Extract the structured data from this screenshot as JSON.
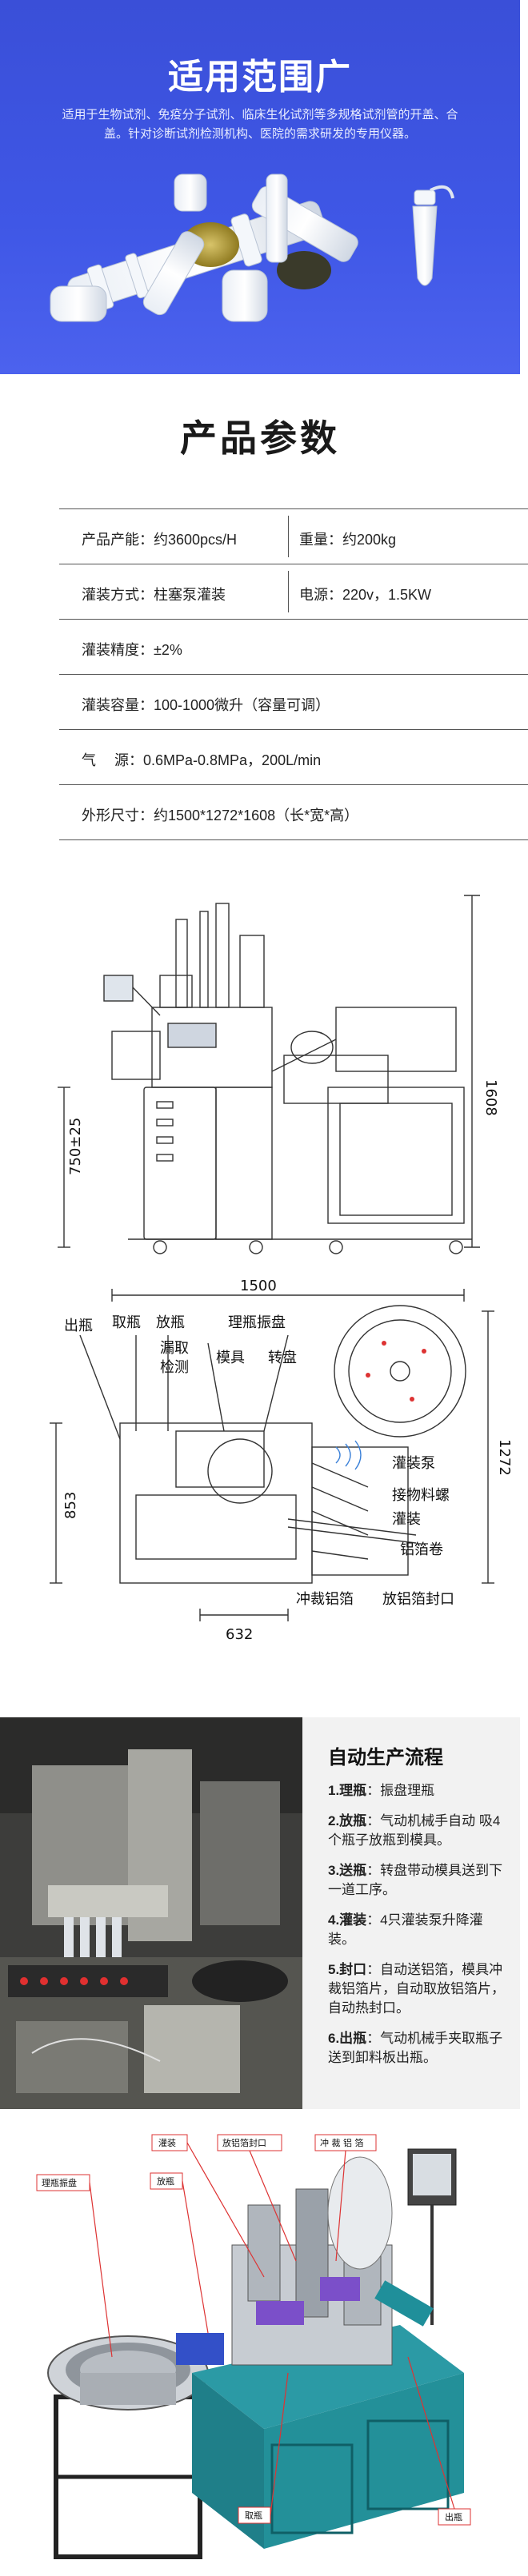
{
  "hero": {
    "title": "适用范围广",
    "description": "适用于生物试剂、免疫分子试剂、临床生化试剂等多规格试剂管的开盖、合盖。针对诊断试剂检测机构、医院的需求研发的专用仪器。"
  },
  "params": {
    "title": "产品参数",
    "rows": [
      {
        "left": "产品产能：约3600pcs/H",
        "right": "重量：约200kg"
      },
      {
        "left": "灌装方式：柱塞泵灌装",
        "right": "电源：220v，1.5KW"
      },
      {
        "left": "灌装精度：±2%",
        "right": ""
      },
      {
        "left": "灌装容量：100-1000微升（容量可调）",
        "right": ""
      },
      {
        "left": "气　  源：0.6MPa-0.8MPa，200L/min",
        "right": ""
      },
      {
        "left": "外形尺寸：约1500*1272*1608（长*宽*高）",
        "right": ""
      }
    ]
  },
  "drawing1": {
    "dim_height": "1608",
    "dim_table": "750±25"
  },
  "drawing2": {
    "dim_width": "1500",
    "dim_depth": "1272",
    "dim_853": "853",
    "dim_632": "632",
    "labels": {
      "chuping": "出瓶",
      "quping": "取瓶",
      "fangping": "放瓶",
      "louqu": "漏取",
      "jiance": "检测",
      "lipingzhendao": "理瓶振盘",
      "moju": "模具",
      "zhuanpan": "转盘",
      "guanzhuangbeng": "灌装泵",
      "jiewuliao": "接物料螺",
      "guanzhuang": "灌装",
      "lvbojuan": "铝箔卷",
      "chongcailvbo": "冲裁铝箔",
      "fanglvbo": "放铝箔封口"
    }
  },
  "flow": {
    "title": "自动生产流程",
    "steps": [
      {
        "head": "1.理瓶",
        "body": "：振盘理瓶"
      },
      {
        "head": "2.放瓶",
        "body": "：气动机械手自动 吸4个瓶子放瓶到模具。"
      },
      {
        "head": "3.送瓶",
        "body": "：转盘带动模具送到下一道工序。"
      },
      {
        "head": "4.灌装",
        "body": "：4只灌装泵升降灌装。"
      },
      {
        "head": "5.封口",
        "body": "：自动送铝箔，模具冲裁铝箔片，自动取放铝箔片，自动热封口。"
      },
      {
        "head": "6.出瓶",
        "body": "：气动机械手夹取瓶子送到卸料板出瓶。"
      }
    ]
  },
  "drawing3": {
    "labels": {
      "guanzhuang": "灌装",
      "fanglvbofengkou": "放铝箔封口",
      "chongcailvbo": "冲 裁 铝 箔",
      "lipingzhenpan": "理瓶振盘",
      "fangping": "放瓶",
      "quping": "取瓶",
      "chuping": "出瓶"
    }
  },
  "colors": {
    "hero_bg": "#3f57e6",
    "flow_panel_bg": "#f2f2f2",
    "machine_teal": "#1f8f9a"
  }
}
